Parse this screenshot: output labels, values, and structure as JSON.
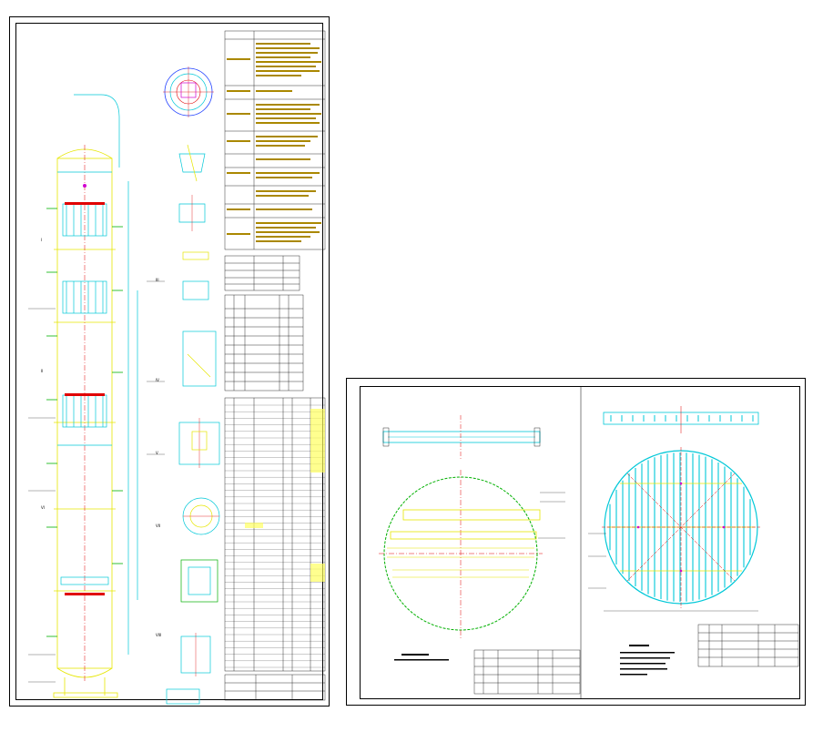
{
  "drawing_left": {
    "section_marks": [
      "I",
      "II",
      "III",
      "IV",
      "V",
      "VI",
      "VII",
      "VIII"
    ],
    "tables": [
      "technical-characteristics",
      "design-data",
      "nozzle-schedule",
      "parts-list"
    ]
  },
  "drawing_right": {
    "views": [
      "plan-view-left",
      "plan-view-right"
    ],
    "parts_rows": 4
  },
  "colors": {
    "yellow": "#e6e600",
    "cyan": "#00c8d8",
    "red": "#e00000",
    "green": "#00b000",
    "magenta": "#d000d0",
    "blue": "#2040ff"
  }
}
